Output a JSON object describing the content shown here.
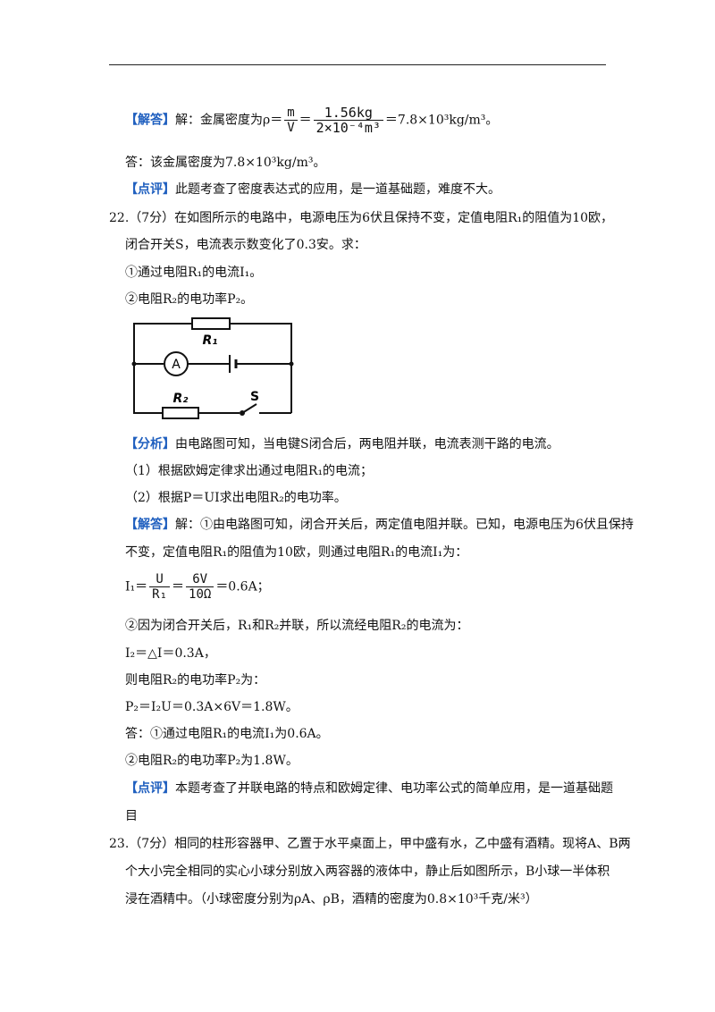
{
  "p1": {
    "tag": "【解答】",
    "lead": "解：金属密度为ρ＝",
    "frac1_num": "m",
    "frac1_den": "V",
    "eq": "＝",
    "frac2_num": "1.56kg",
    "frac2_den": "2×10⁻⁴m³",
    "result": "＝7.8×10³kg/m³。"
  },
  "p1_answer": "答：该金属密度为7.8×10³kg/m³。",
  "p1_comment": {
    "tag": "【点评】",
    "text": "此题考查了密度表达式的应用，是一道基础题，难度不大。"
  },
  "q22": {
    "line1": "22.（7分）在如图所示的电路中，电源电压为6伏且保持不变，定值电阻R₁的阻值为10欧，",
    "line2": "闭合开关S，电流表示数变化了0.3安。求：",
    "item1": "①通过电阻R₁的电流I₁。",
    "item2": "②电阻R₂的电功率P₂。"
  },
  "circuit": {
    "r1": "R₁",
    "r2": "R₂",
    "ammeter": "A",
    "switch": "S"
  },
  "analysis": {
    "tag": "【分析】",
    "text": "由电路图可知，当电键S闭合后，两电阻并联，电流表测干路的电流。",
    "step1": "（1）根据欧姆定律求出通过电阻R₁的电流；",
    "step2": "（2）根据P＝UI求出电阻R₂的电功率。"
  },
  "solution": {
    "tag": "【解答】",
    "line1": "解：①由电路图可知，闭合开关后，两定值电阻并联。已知，电源电压为6伏且保持",
    "line2": "不变，定值电阻R₁的阻值为10欧，则通过电阻R₁的电流I₁为：",
    "i1_lead": "I₁＝",
    "f1_num": "U",
    "f1_den": "R₁",
    "f_eq": "＝",
    "f2_num": "6V",
    "f2_den": "10Ω",
    "i1_result": "＝0.6A；",
    "line4": "②因为闭合开关后，R₁和R₂并联，所以流经电阻R₂的电流为：",
    "line5": "I₂＝△I＝0.3A，",
    "line6": "则电阻R₂的电功率P₂为：",
    "line7": "P₂＝I₂U＝0.3A×6V＝1.8W。",
    "ans1": "答：①通过电阻R₁的电流I₁为0.6A。",
    "ans2": "②电阻R₂的电功率P₂为1.8W。"
  },
  "comment2": {
    "tag": "【点评】",
    "text": "本题考查了并联电路的特点和欧姆定律、电功率公式的简单应用，是一道基础题",
    "cont": "目"
  },
  "q23": {
    "line1": "23.（7分）相同的柱形容器甲、乙置于水平桌面上，甲中盛有水，乙中盛有酒精。现将A、B两",
    "line2": "个大小完全相同的实心小球分别放入两容器的液体中，静止后如图所示，B小球一半体积",
    "line3": "浸在酒精中。（小球密度分别为ρA、ρB，酒精的密度为0.8×10³千克/米³）"
  }
}
